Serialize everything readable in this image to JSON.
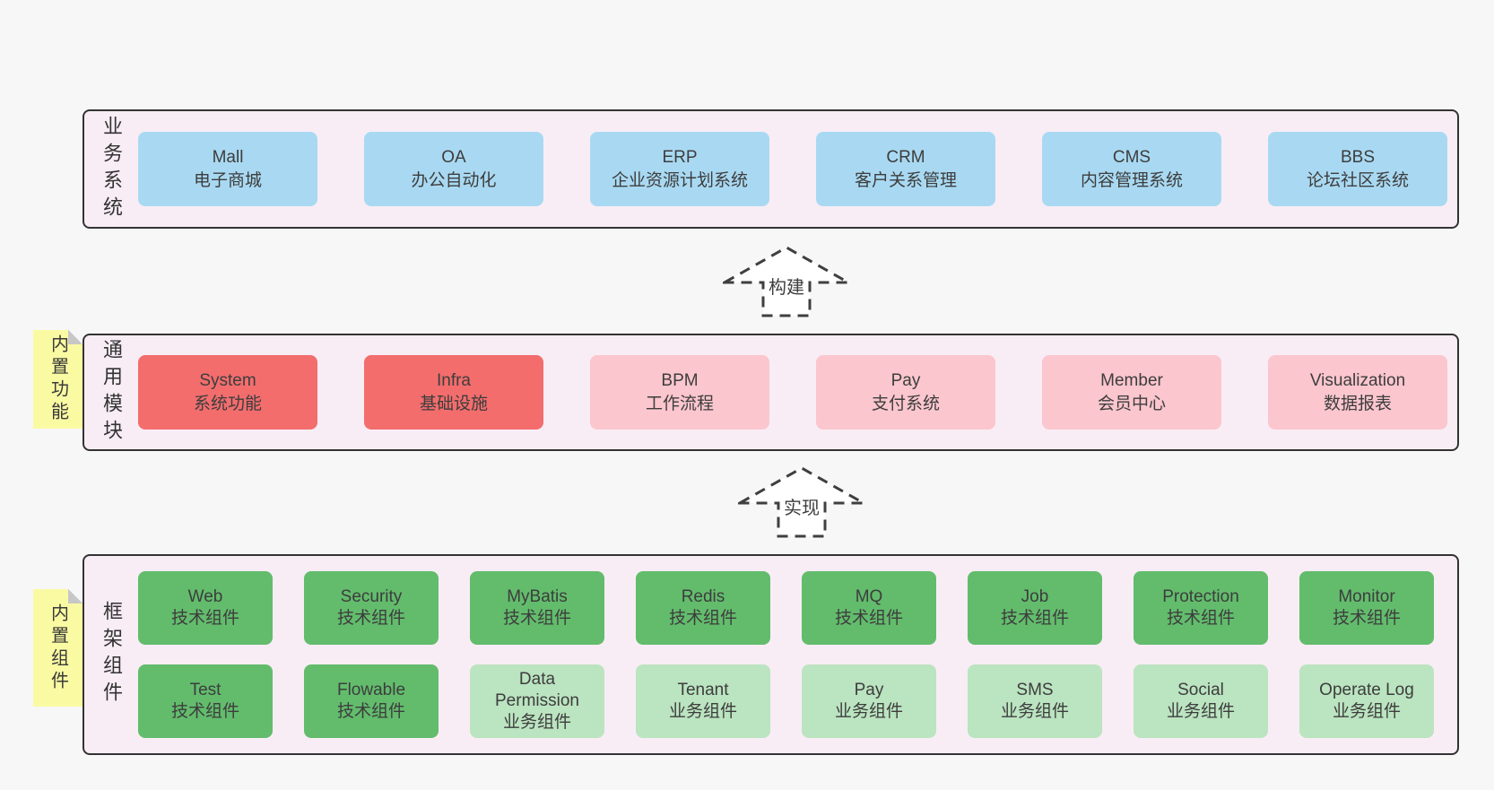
{
  "diagram": {
    "colors": {
      "page_bg": "#f7f7f7",
      "layer_bg": "#f8edf5",
      "layer_border": "#333333",
      "blue_box": "#a9d9f2",
      "red_box": "#f36d6d",
      "pink_box": "#fbc6ce",
      "green_box": "#62bc6c",
      "light_green_box": "#bbe4c0",
      "sticky_yellow": "#fafaa3"
    },
    "arrows": [
      {
        "label": "构建"
      },
      {
        "label": "实现"
      }
    ],
    "layers": {
      "business": {
        "side_label": "业务系统",
        "boxes": [
          {
            "title": "Mall",
            "subtitle": "电子商城",
            "variant": "blue"
          },
          {
            "title": "OA",
            "subtitle": "办公自动化",
            "variant": "blue"
          },
          {
            "title": "ERP",
            "subtitle": "企业资源计划系统",
            "variant": "blue"
          },
          {
            "title": "CRM",
            "subtitle": "客户关系管理",
            "variant": "blue"
          },
          {
            "title": "CMS",
            "subtitle": "内容管理系统",
            "variant": "blue"
          },
          {
            "title": "BBS",
            "subtitle": "论坛社区系统",
            "variant": "blue"
          }
        ]
      },
      "modules": {
        "side_label": "通用模块",
        "sticky_label": "内置功能",
        "boxes": [
          {
            "title": "System",
            "subtitle": "系统功能",
            "variant": "red"
          },
          {
            "title": "Infra",
            "subtitle": "基础设施",
            "variant": "red"
          },
          {
            "title": "BPM",
            "subtitle": "工作流程",
            "variant": "pink"
          },
          {
            "title": "Pay",
            "subtitle": "支付系统",
            "variant": "pink"
          },
          {
            "title": "Member",
            "subtitle": "会员中心",
            "variant": "pink"
          },
          {
            "title": "Visualization",
            "subtitle": "数据报表",
            "variant": "pink"
          }
        ]
      },
      "components": {
        "side_label": "框架组件",
        "sticky_label": "内置组件",
        "row1": [
          {
            "title": "Web",
            "subtitle": "技术组件",
            "variant": "green"
          },
          {
            "title": "Security",
            "subtitle": "技术组件",
            "variant": "green"
          },
          {
            "title": "MyBatis",
            "subtitle": "技术组件",
            "variant": "green"
          },
          {
            "title": "Redis",
            "subtitle": "技术组件",
            "variant": "green"
          },
          {
            "title": "MQ",
            "subtitle": "技术组件",
            "variant": "green"
          },
          {
            "title": "Job",
            "subtitle": "技术组件",
            "variant": "green"
          },
          {
            "title": "Protection",
            "subtitle": "技术组件",
            "variant": "green"
          },
          {
            "title": "Monitor",
            "subtitle": "技术组件",
            "variant": "green"
          }
        ],
        "row2": [
          {
            "title": "Test",
            "subtitle": "技术组件",
            "variant": "green"
          },
          {
            "title": "Flowable",
            "subtitle": "技术组件",
            "variant": "green"
          },
          {
            "title": "Data Permission",
            "subtitle": "业务组件",
            "variant": "lightgreen"
          },
          {
            "title": "Tenant",
            "subtitle": "业务组件",
            "variant": "lightgreen"
          },
          {
            "title": "Pay",
            "subtitle": "业务组件",
            "variant": "lightgreen"
          },
          {
            "title": "SMS",
            "subtitle": "业务组件",
            "variant": "lightgreen"
          },
          {
            "title": "Social",
            "subtitle": "业务组件",
            "variant": "lightgreen"
          },
          {
            "title": "Operate Log",
            "subtitle": "业务组件",
            "variant": "lightgreen"
          }
        ]
      }
    }
  }
}
